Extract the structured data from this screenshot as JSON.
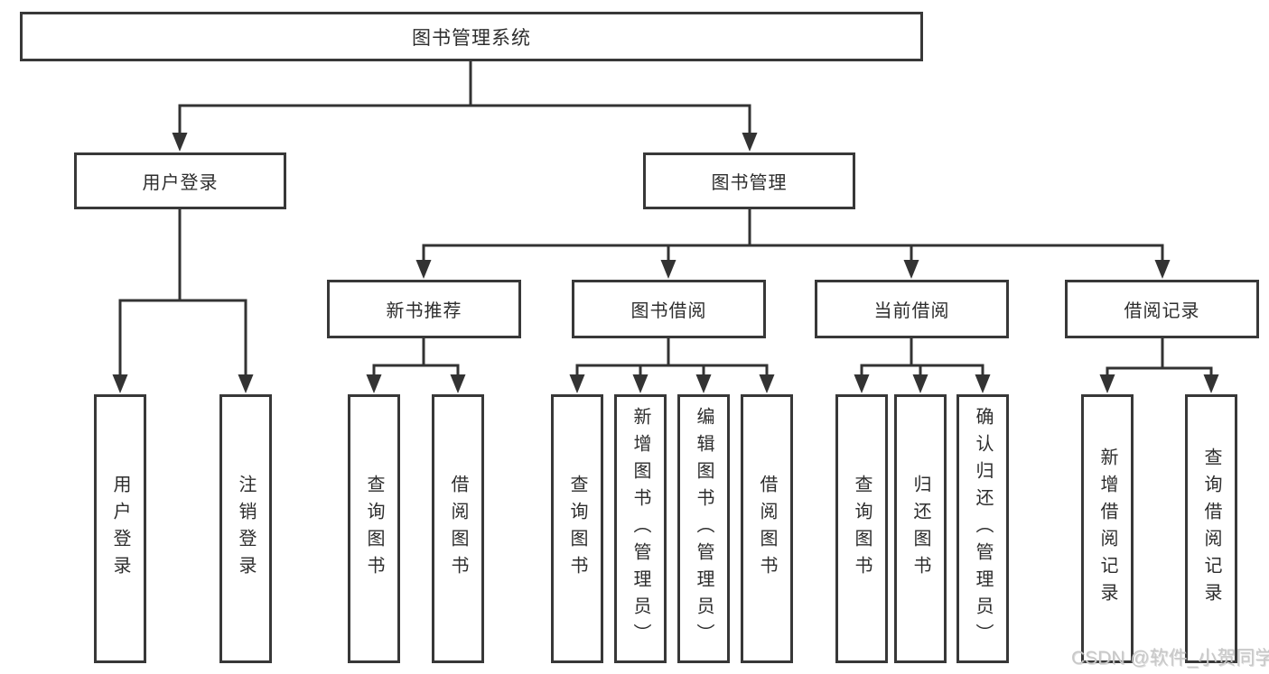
{
  "nodes": {
    "root": "图书管理系统",
    "user_login": "用户登录",
    "book_management": "图书管理",
    "new_book_recommend": "新书推荐",
    "book_borrowing": "图书借阅",
    "current_borrowing": "当前借阅",
    "borrowing_records": "借阅记录",
    "login_leaf": "用户登录",
    "logout_leaf": "注销登录",
    "recommend_query_books": "查询图书",
    "recommend_borrow_books": "借阅图书",
    "borrowing_query_books": "查询图书",
    "borrowing_add_books": "新增图书（管理员）",
    "borrowing_edit_books": "编辑图书（管理员）",
    "borrowing_borrow_books": "借阅图书",
    "current_query_books": "查询图书",
    "current_return_books": "归还图书",
    "current_confirm_return": "确认归还（管理员）",
    "records_add_record": "新增借阅记录",
    "records_query_record": "查询借阅记录"
  },
  "hierarchy": {
    "图书管理系统": {
      "用户登录": [
        "用户登录",
        "注销登录"
      ],
      "图书管理": {
        "新书推荐": [
          "查询图书",
          "借阅图书"
        ],
        "图书借阅": [
          "查询图书",
          "新增图书（管理员）",
          "编辑图书（管理员）",
          "借阅图书"
        ],
        "当前借阅": [
          "查询图书",
          "归还图书",
          "确认归还（管理员）"
        ],
        "借阅记录": [
          "新增借阅记录",
          "查询借阅记录"
        ]
      }
    }
  },
  "watermark": {
    "text": "CSDN @软件_小贺同学"
  },
  "colors": {
    "line": "#333333",
    "box_border": "#383838",
    "text": "#2d2d2d",
    "watermark": "#c8c8c8",
    "background": "#ffffff"
  }
}
